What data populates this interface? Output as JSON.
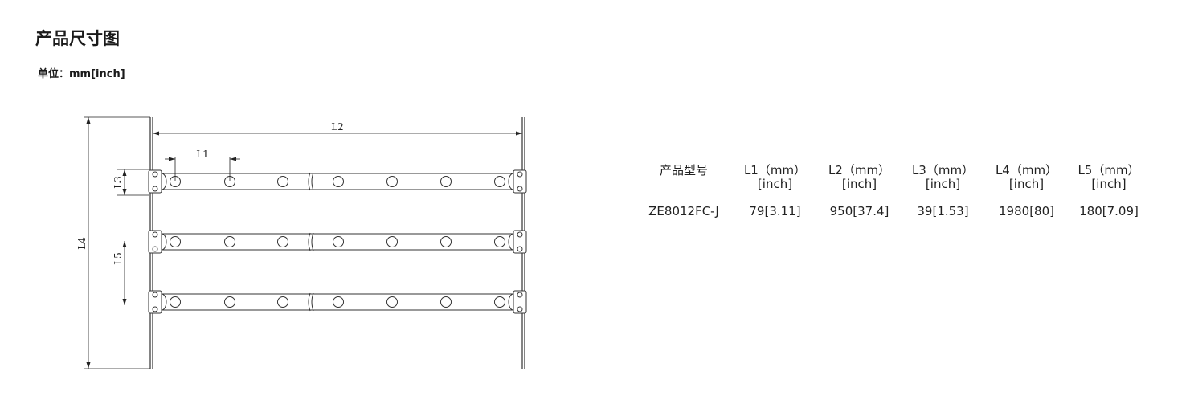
{
  "header": {
    "title": "产品尺寸图",
    "unit": "单位：mm[inch]"
  },
  "drawing": {
    "labels": {
      "l1": "L1",
      "l2": "L2",
      "l3": "L3",
      "l4": "L4",
      "l5": "L5"
    }
  },
  "table": {
    "headers": [
      {
        "main": "产品型号",
        "sub": ""
      },
      {
        "main": "L1（mm）",
        "sub": "[inch]"
      },
      {
        "main": "L2（mm）",
        "sub": "[inch]"
      },
      {
        "main": "L3（mm）",
        "sub": "[inch]"
      },
      {
        "main": "L4（mm）",
        "sub": "[inch]"
      },
      {
        "main": "L5（mm）",
        "sub": "[inch]"
      }
    ],
    "rows": [
      [
        "ZE8012FC-J",
        "79[3.11]",
        "950[37.4]",
        "39[1.53]",
        "1980[80]",
        "180[7.09]"
      ]
    ]
  }
}
